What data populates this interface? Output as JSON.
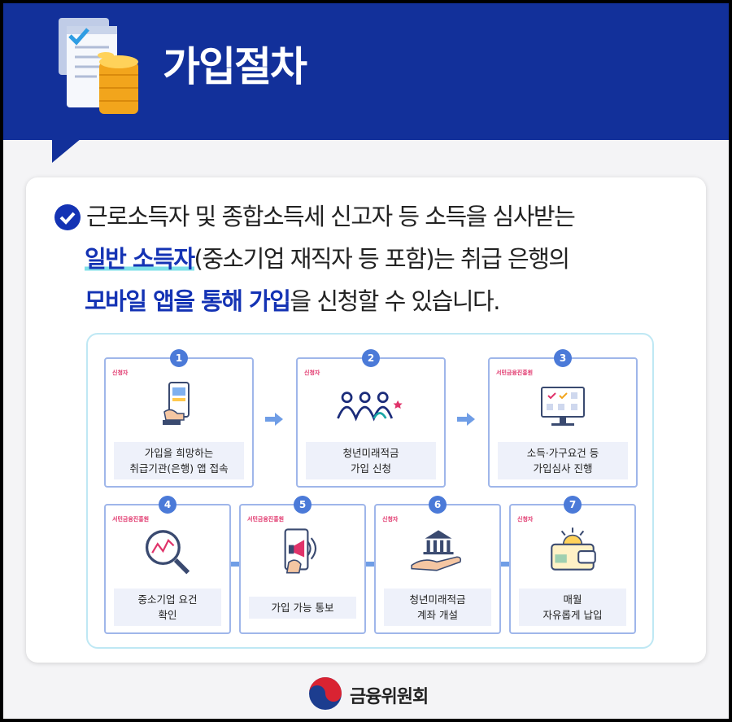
{
  "header": {
    "title": "가입절차"
  },
  "intro": {
    "line1": "근로소득자 및 종합소득세 신고자 등 소득을 심사받는",
    "line2_highlight": "일반 소득자",
    "line2_rest": "(중소기업 재직자 등 포함)는 취급 은행의",
    "line3_highlight": "모바일 앱을 통해 가입",
    "line3_rest": "을 신청할 수 있습니다."
  },
  "steps": [
    {
      "num": "1",
      "tag": "신청자",
      "label_1": "가입을 희망하는",
      "label_2": "취급기관(은행) 앱 접속",
      "icon": "phone-hand-icon"
    },
    {
      "num": "2",
      "tag": "신청자",
      "label_1": "청년미래적금",
      "label_2": "가입 신청",
      "icon": "people-logo-icon"
    },
    {
      "num": "3",
      "tag": "서민금융진흥원",
      "label_1": "소득·가구요건 등",
      "label_2": "가입심사 진행",
      "icon": "monitor-check-icon"
    },
    {
      "num": "4",
      "tag": "서민금융진흥원",
      "label_1": "중소기업 요건",
      "label_2": "확인",
      "icon": "magnifier-chart-icon"
    },
    {
      "num": "5",
      "tag": "서민금융진흥원",
      "label_1": "가입 가능 통보",
      "label_2": "",
      "icon": "megaphone-phone-icon"
    },
    {
      "num": "6",
      "tag": "신청자",
      "label_1": "청년미래적금",
      "label_2": "계좌 개설",
      "icon": "bank-hand-icon"
    },
    {
      "num": "7",
      "tag": "신청자",
      "label_1": "매월",
      "label_2": "자유롭게 납입",
      "icon": "wallet-icon"
    }
  ],
  "footer": {
    "org": "금융위원회"
  },
  "colors": {
    "header_bg": "#12309a",
    "highlight": "#1433b4",
    "tag": "#e0336a",
    "box_border": "#9fb6ea"
  }
}
